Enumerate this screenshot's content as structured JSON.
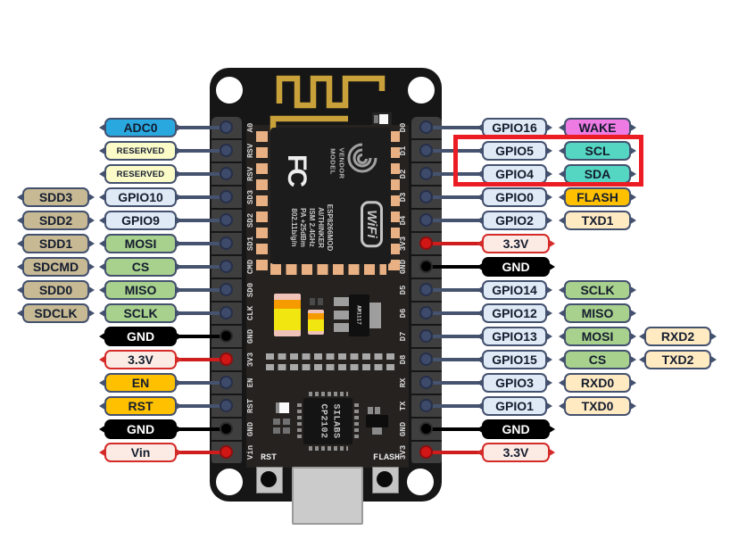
{
  "diagram": "NodeMCU ESP8266 pinout",
  "colors": {
    "tag_border": "#44516E",
    "wire_signal": "#46536E",
    "wire_power": "#CF1D1D",
    "wire_ground": "#000000",
    "adc_blue": "#29A8E0",
    "reserved_cream": "#FBFBC8",
    "sdio_tan": "#C6B994",
    "gpio_lightblue": "#DFEAF6",
    "spi_green": "#A9D18E",
    "control_amber": "#FFC000",
    "wake_magenta": "#EE7BE4",
    "i2c_teal": "#55D6C2",
    "uart_peach": "#FFEAC2",
    "power_pink": "#FCEBE4",
    "power_border": "#D42A28",
    "highlight_red": "#EC1C24",
    "pcb_black": "#161616",
    "antenna_gold": "#C9A13B",
    "pad_copper": "#E9B183"
  },
  "highlight": {
    "color": "#EC1C24",
    "pins": [
      "GPIO5 / SCL",
      "GPIO4 / SDA"
    ]
  },
  "board": {
    "silkscreen_left": [
      "A0",
      "RSV",
      "RSV",
      "SD3",
      "SD2",
      "SD1",
      "CMD",
      "SD0",
      "CLK",
      "GND",
      "3V3",
      "EN",
      "RST",
      "GND",
      "Vin"
    ],
    "silkscreen_right": [
      "D0",
      "D1",
      "D2",
      "D3",
      "D4",
      "3V3",
      "GND",
      "D5",
      "D6",
      "D7",
      "D8",
      "RX",
      "TX",
      "GND",
      "3V3"
    ],
    "module": {
      "fcc_logo": "FC",
      "model_label": "MODEL",
      "vendor_label": "VENDOR",
      "spec_lines": [
        "ESP8266MOD",
        "AI/THINKER",
        "ISM 2.4GHz",
        "PA +25dBm",
        "802.11b/g/n"
      ],
      "wifi_logo": "WiFi"
    },
    "usb_bridge": {
      "line1": "SILABS",
      "line2": "CP2102"
    },
    "regulator_label": "AM1117",
    "button_labels": {
      "reset": "RST",
      "flash": "FLASH"
    }
  },
  "pins": {
    "left": [
      {
        "labels": [
          {
            "text": "ADC0",
            "style": "blue"
          }
        ],
        "wire": "slate"
      },
      {
        "labels": [
          {
            "text": "RESERVED",
            "style": "cream"
          }
        ],
        "wire": "slate"
      },
      {
        "labels": [
          {
            "text": "RESERVED",
            "style": "cream"
          }
        ],
        "wire": "slate"
      },
      {
        "labels": [
          {
            "text": "SDD3",
            "style": "tan"
          },
          {
            "text": "GPIO10",
            "style": "lblue"
          }
        ],
        "wire": "slate"
      },
      {
        "labels": [
          {
            "text": "SDD2",
            "style": "tan"
          },
          {
            "text": "GPIO9",
            "style": "lblue"
          }
        ],
        "wire": "slate"
      },
      {
        "labels": [
          {
            "text": "SDD1",
            "style": "tan"
          },
          {
            "text": "MOSI",
            "style": "green"
          }
        ],
        "wire": "slate"
      },
      {
        "labels": [
          {
            "text": "SDCMD",
            "style": "tan"
          },
          {
            "text": "CS",
            "style": "green"
          }
        ],
        "wire": "slate"
      },
      {
        "labels": [
          {
            "text": "SDD0",
            "style": "tan"
          },
          {
            "text": "MISO",
            "style": "green"
          }
        ],
        "wire": "slate"
      },
      {
        "labels": [
          {
            "text": "SDCLK",
            "style": "tan"
          },
          {
            "text": "SCLK",
            "style": "green"
          }
        ],
        "wire": "slate"
      },
      {
        "labels": [
          {
            "text": "GND",
            "style": "black"
          }
        ],
        "wire": "black"
      },
      {
        "labels": [
          {
            "text": "3.3V",
            "style": "power"
          }
        ],
        "wire": "red"
      },
      {
        "labels": [
          {
            "text": "EN",
            "style": "amber"
          }
        ],
        "wire": "slate"
      },
      {
        "labels": [
          {
            "text": "RST",
            "style": "amber"
          }
        ],
        "wire": "slate"
      },
      {
        "labels": [
          {
            "text": "GND",
            "style": "black"
          }
        ],
        "wire": "black"
      },
      {
        "labels": [
          {
            "text": "Vin",
            "style": "power"
          }
        ],
        "wire": "red"
      }
    ],
    "right": [
      {
        "labels": [
          {
            "text": "GPIO16",
            "style": "lblue"
          },
          {
            "text": "WAKE",
            "style": "magenta"
          }
        ],
        "wire": "slate"
      },
      {
        "labels": [
          {
            "text": "GPIO5",
            "style": "lblue"
          },
          {
            "text": "SCL",
            "style": "teal"
          }
        ],
        "wire": "slate"
      },
      {
        "labels": [
          {
            "text": "GPIO4",
            "style": "lblue"
          },
          {
            "text": "SDA",
            "style": "teal"
          }
        ],
        "wire": "slate"
      },
      {
        "labels": [
          {
            "text": "GPIO0",
            "style": "lblue"
          },
          {
            "text": "FLASH",
            "style": "amber"
          }
        ],
        "wire": "slate"
      },
      {
        "labels": [
          {
            "text": "GPIO2",
            "style": "lblue"
          },
          {
            "text": "TXD1",
            "style": "peach"
          }
        ],
        "wire": "slate"
      },
      {
        "labels": [
          {
            "text": "3.3V",
            "style": "power"
          }
        ],
        "wire": "red"
      },
      {
        "labels": [
          {
            "text": "GND",
            "style": "black"
          }
        ],
        "wire": "black"
      },
      {
        "labels": [
          {
            "text": "GPIO14",
            "style": "lblue"
          },
          {
            "text": "SCLK",
            "style": "green"
          }
        ],
        "wire": "slate"
      },
      {
        "labels": [
          {
            "text": "GPIO12",
            "style": "lblue"
          },
          {
            "text": "MISO",
            "style": "green"
          }
        ],
        "wire": "slate"
      },
      {
        "labels": [
          {
            "text": "GPIO13",
            "style": "lblue"
          },
          {
            "text": "MOSI",
            "style": "green"
          },
          {
            "text": "RXD2",
            "style": "peach"
          }
        ],
        "wire": "slate"
      },
      {
        "labels": [
          {
            "text": "GPIO15",
            "style": "lblue"
          },
          {
            "text": "CS",
            "style": "green"
          },
          {
            "text": "TXD2",
            "style": "peach"
          }
        ],
        "wire": "slate"
      },
      {
        "labels": [
          {
            "text": "GPIO3",
            "style": "lblue"
          },
          {
            "text": "RXD0",
            "style": "peach"
          }
        ],
        "wire": "slate"
      },
      {
        "labels": [
          {
            "text": "GPIO1",
            "style": "lblue"
          },
          {
            "text": "TXD0",
            "style": "peach"
          }
        ],
        "wire": "slate"
      },
      {
        "labels": [
          {
            "text": "GND",
            "style": "black"
          }
        ],
        "wire": "black"
      },
      {
        "labels": [
          {
            "text": "3.3V",
            "style": "power"
          }
        ],
        "wire": "red"
      }
    ]
  }
}
